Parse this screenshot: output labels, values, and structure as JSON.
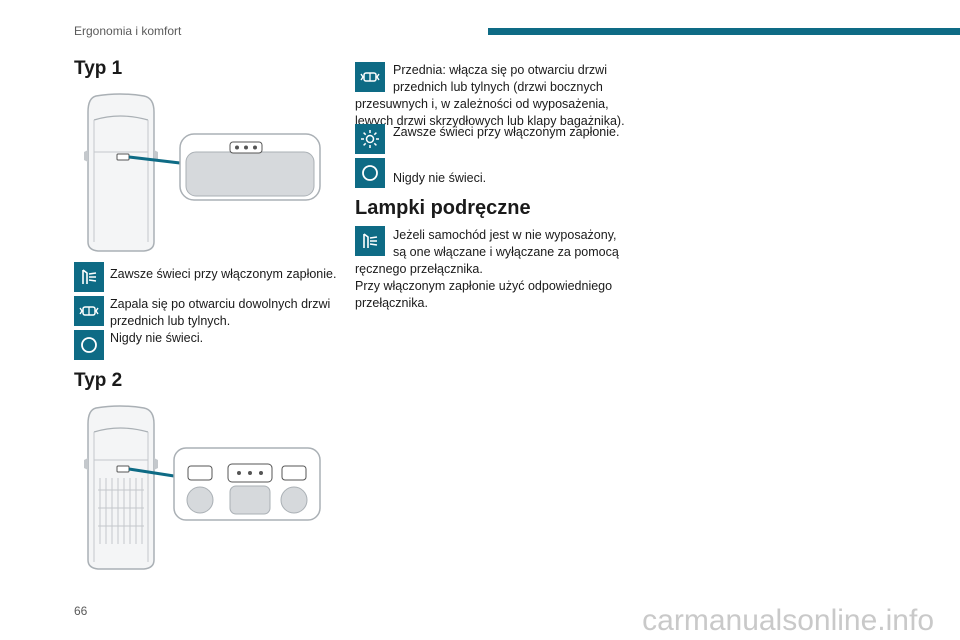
{
  "header": {
    "section": "Ergonomia i komfort"
  },
  "page_number": "66",
  "watermark": "carmanualsonline.info",
  "left": {
    "typ1_title": "Typ 1",
    "typ1_items": [
      {
        "icon": "door-light-icon",
        "text": "Zawsze świeci przy włączonym zapłonie."
      },
      {
        "icon": "door-car-icon",
        "text_l1": "Zapala się po otwarciu dowolnych drzwi",
        "text_l2": "przednich lub tylnych."
      },
      {
        "icon": "circle-off-icon",
        "text": "Nigdy nie świeci."
      }
    ],
    "typ2_title": "Typ 2"
  },
  "right": {
    "items": [
      {
        "icon": "door-car-icon",
        "l1": "Przednia: włącza się po otwarciu drzwi",
        "l2": "przednich lub tylnych (drzwi bocznych",
        "l3": "przesuwnych i, w zależności od wyposażenia,",
        "l4": "lewych drzwi skrzydłowych lub klapy bagażnika)."
      },
      {
        "icon": "sun-icon",
        "text": "Zawsze świeci przy włączonym zapłonie."
      },
      {
        "icon": "circle-off-icon",
        "text": "Nigdy nie świeci."
      }
    ],
    "reading_title": "Lampki podręczne",
    "reading": {
      "icon": "door-light-icon",
      "l1": "Jeżeli samochód jest w nie wyposażony,",
      "l2": "są one włączane i wyłączane za pomocą",
      "l3": "ręcznego przełącznika.",
      "l4": "Przy włączonym zapłonie użyć odpowiedniego",
      "l5": "przełącznika."
    }
  },
  "colors": {
    "accent": "#0e6b85"
  }
}
